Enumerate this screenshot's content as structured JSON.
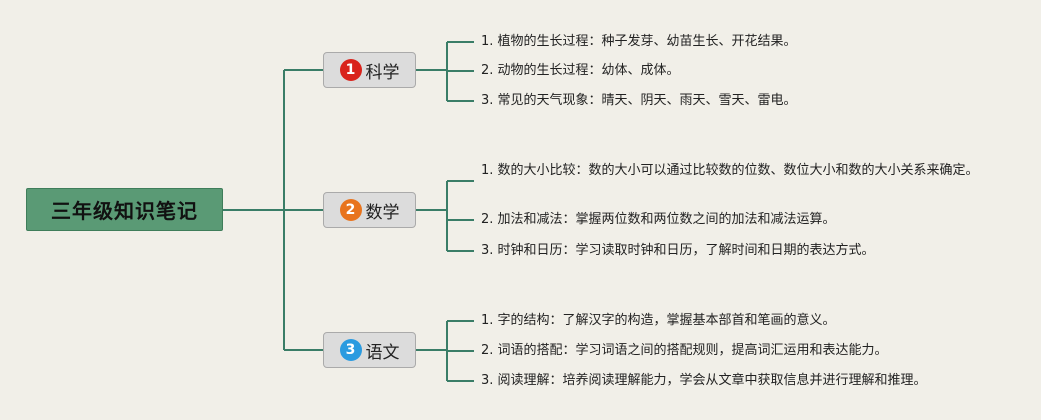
{
  "root": {
    "title": "三年级知识笔记"
  },
  "subjects": [
    {
      "number": "1",
      "label": "科学",
      "badge_color": "#d9231b",
      "items": [
        "1. 植物的生长过程：种子发芽、幼苗生长、开花结果。",
        "2. 动物的生长过程：幼体、成体。",
        "3. 常见的天气现象：晴天、阴天、雨天、雪天、雷电。"
      ]
    },
    {
      "number": "2",
      "label": "数学",
      "badge_color": "#e8741d",
      "items": [
        "1. 数的大小比较：数的大小可以通过比较数的位数、数位大小和数的大小关系来确定。",
        "2. 加法和减法：掌握两位数和两位数之间的加法和减法运算。",
        "3. 时钟和日历：学习读取时钟和日历，了解时间和日期的表达方式。"
      ]
    },
    {
      "number": "3",
      "label": "语文",
      "badge_color": "#2a9be0",
      "items": [
        "1. 字的结构：了解汉字的构造，掌握基本部首和笔画的意义。",
        "2. 词语的搭配：学习词语之间的搭配规则，提高词汇运用和表达能力。",
        "3. 阅读理解：培养阅读理解能力，学会从文章中获取信息并进行理解和推理。"
      ]
    }
  ]
}
